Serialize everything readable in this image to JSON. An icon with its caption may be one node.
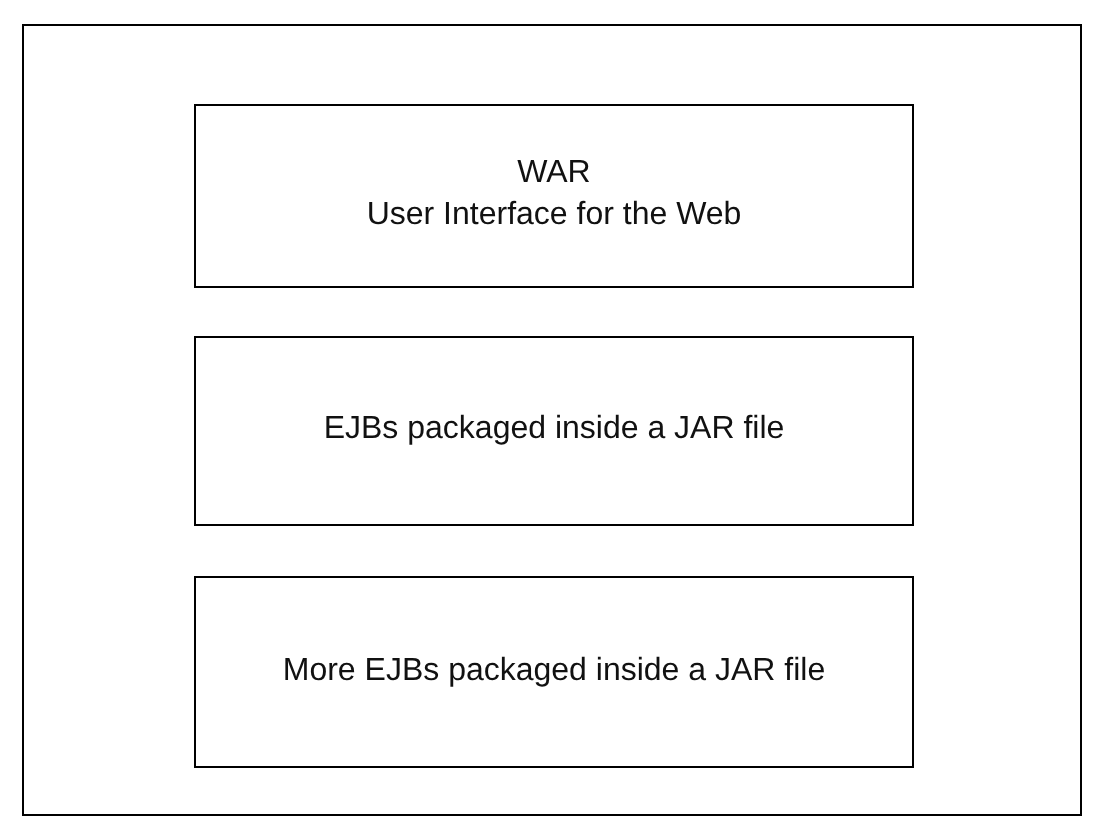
{
  "diagram": {
    "nodes": [
      {
        "text": [],
        "shape": "box"
      },
      {
        "text": [
          "WAR",
          "User Interface for the Web"
        ],
        "in": 0
      },
      {
        "text": [
          "EJBs packaged inside a JAR file"
        ],
        "in": 0
      },
      {
        "text": [
          "More EJBs packaged inside a JAR file"
        ],
        "in": 0
      }
    ]
  }
}
